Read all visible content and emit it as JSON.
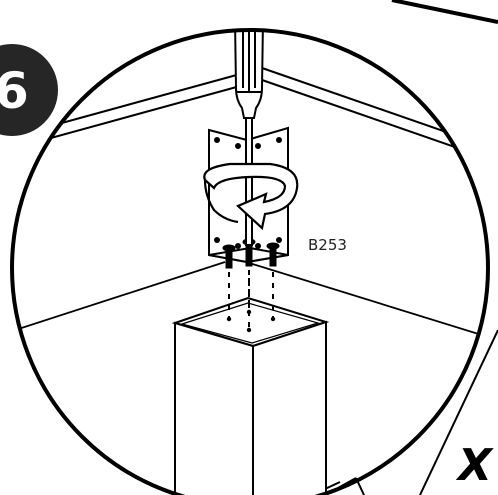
{
  "step": {
    "number": "6"
  },
  "labels": {
    "part_code": "B253",
    "corner_mark": "X"
  },
  "colors": {
    "ink": "#000000",
    "paper": "#ffffff",
    "badge": "#262626"
  },
  "icons": [
    "screwdriver-icon",
    "rotate-clockwise-arrow-icon",
    "screw-icon"
  ]
}
